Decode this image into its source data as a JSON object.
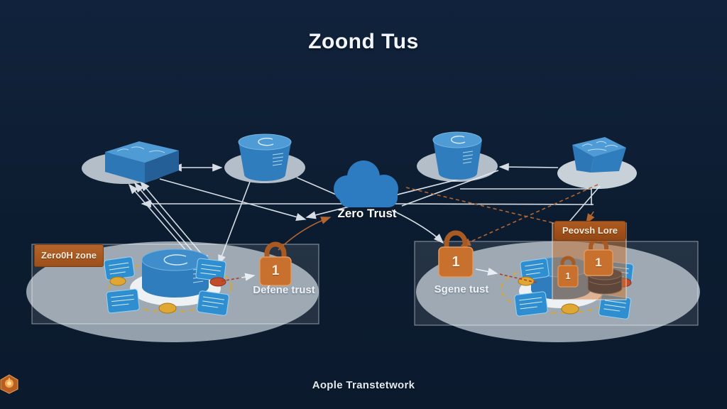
{
  "title": "Zoond Tus",
  "cloud": {
    "label": "Zero Trust",
    "icon": "cloud-icon"
  },
  "left_zone": {
    "tag": "Zero0H zone",
    "lock_number": "1",
    "lock_label": "Defene trust",
    "hub_icon": "hub-cylinder-icon"
  },
  "right_zone": {
    "lock_number": "1",
    "lock_label": "Sgene tust",
    "hub_icon": "hub-cylinder-icon",
    "panel": {
      "title": "Peovsh Lore",
      "big_lock_number": "1",
      "small_lock_number": "1",
      "store_icon": "data-store-cylinder-icon"
    }
  },
  "top_nodes": [
    {
      "icon": "server-box-icon"
    },
    {
      "icon": "database-cylinder-icon"
    },
    {
      "icon": "database-cylinder-icon"
    },
    {
      "icon": "workbench-box-icon"
    }
  ],
  "footer": {
    "brand": "Aople Transtetwork",
    "icon": "brand-cube-icon"
  },
  "colors": {
    "background": "#0d1e33",
    "primary_blue": "#2e7fc2",
    "light_blue": "#4f9bd6",
    "platform_gray": "#c3ccd5",
    "lock_orange": "#c8702e",
    "tag_brown": "#ad5d20",
    "orbit_yellow": "#d9a62e",
    "alert_red": "#b03a28",
    "line_white": "#e8eef4"
  }
}
